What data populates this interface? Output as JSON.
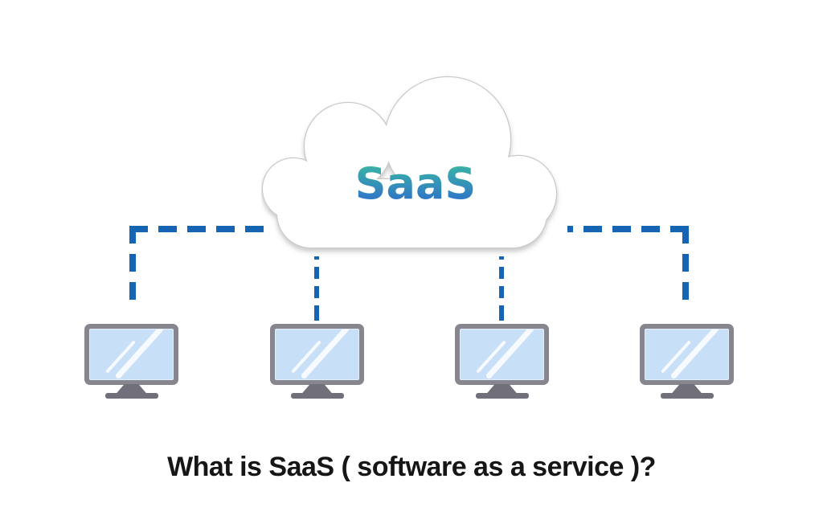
{
  "page": {
    "background": "#ffffff"
  },
  "diagram": {
    "cloud": {
      "label": "SaaS",
      "fill": "#ffffff",
      "border_color": "#c9c9c9",
      "label_gradient_top": "#3cbf9e",
      "label_gradient_bottom": "#2d66cf"
    },
    "connector": {
      "color": "#1565b4",
      "style": "dashed",
      "count": 4
    },
    "clients_count": 4,
    "monitor_colors": {
      "frame": "#87868f",
      "screen": "#c8dff8",
      "stand": "#716f7a",
      "shine": "#ffffff"
    },
    "caption": "What is SaaS ( software as a service )?"
  }
}
